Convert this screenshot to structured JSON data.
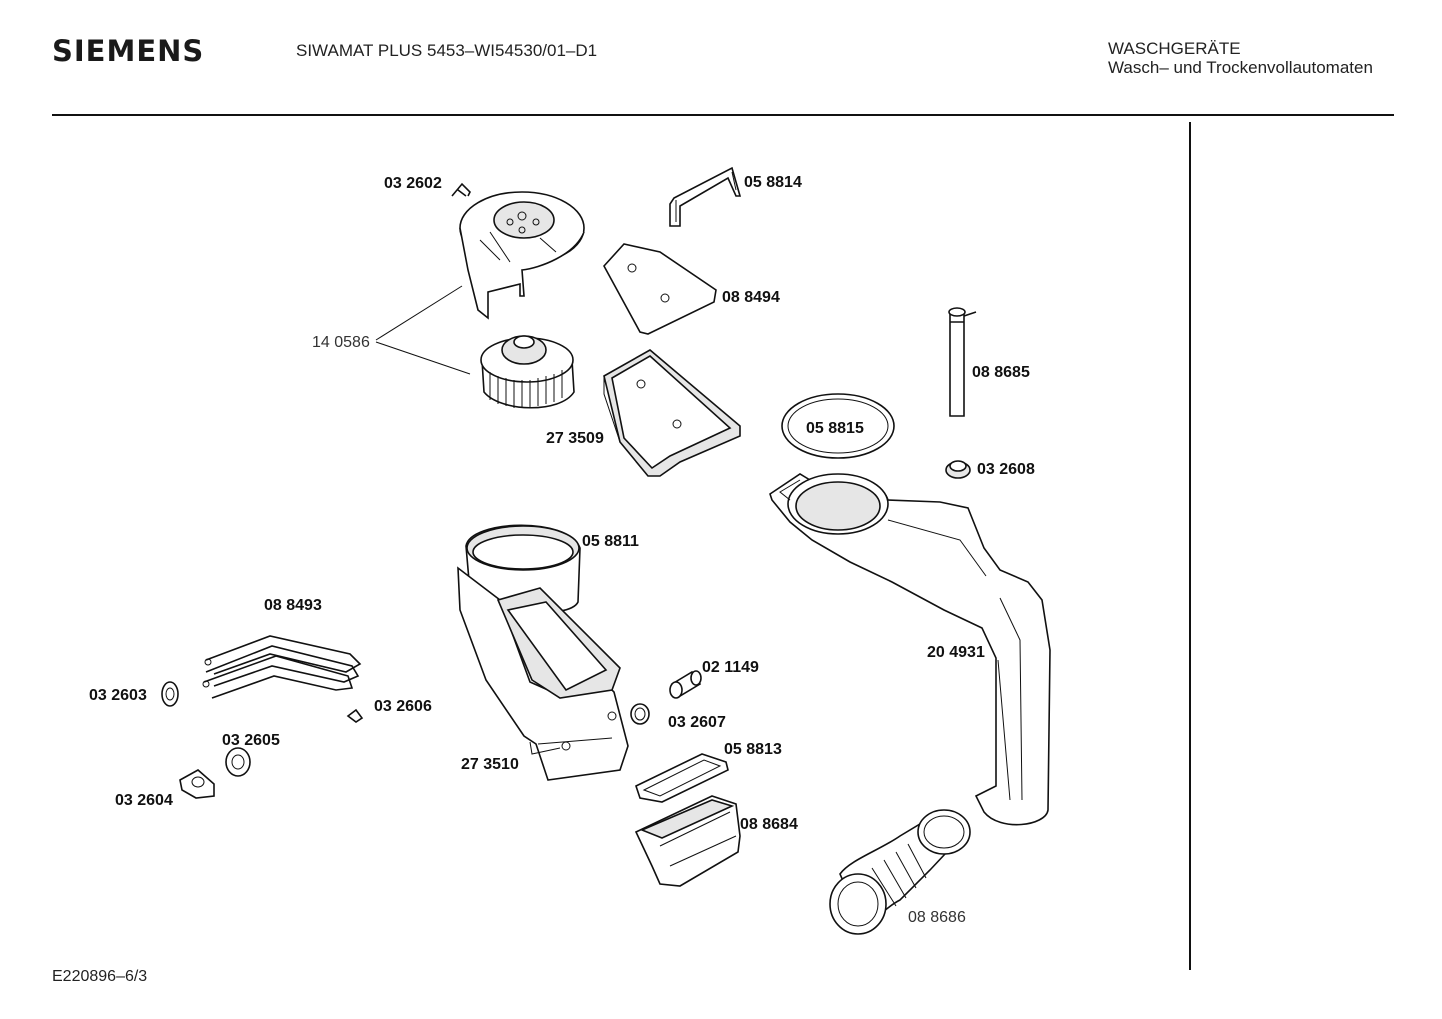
{
  "header": {
    "brand": "SIEMENS",
    "model": "SIWAMAT PLUS 5453–WI54530/01–D1",
    "category": "WASCHGERÄTE",
    "subcategory": "Wasch– und Trockenvollautomaten"
  },
  "footer": {
    "code": "E220896–6/3"
  },
  "parts": {
    "p032602": "03 2602",
    "p058814": "05 8814",
    "p088494": "08 8494",
    "p140586": "14 0586",
    "p088685": "08 8685",
    "p058815": "05 8815",
    "p273509": "27 3509",
    "p032608": "03 2608",
    "p058811": "05 8811",
    "p088493": "08 8493",
    "p204931": "20 4931",
    "p021149": "02 1149",
    "p032603": "03 2603",
    "p032606": "03 2606",
    "p032607": "03 2607",
    "p032605": "03 2605",
    "p058813": "05 8813",
    "p273510": "27 3510",
    "p088684": "08 8684",
    "p032604": "03 2604",
    "p088686": "08 8686"
  }
}
